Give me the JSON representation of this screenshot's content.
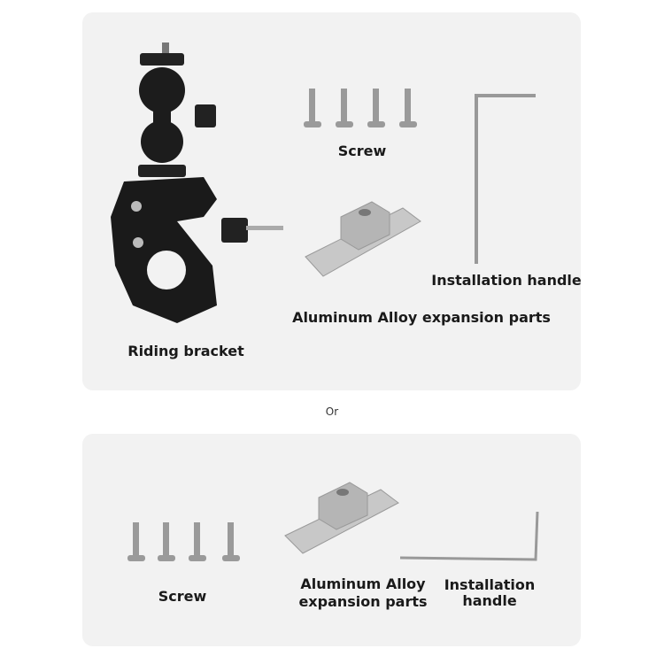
{
  "panel_1": {
    "screw_label": "Screw",
    "handle_label": "Installation handle",
    "alloy_label": "Aluminum Alloy expansion parts",
    "bracket_label": "Riding bracket"
  },
  "separator": "Or",
  "panel_2": {
    "screw_label": "Screw",
    "alloy_label_line1": "Aluminum Alloy",
    "alloy_label_line2": "expansion parts",
    "handle_label_line1": "Installation",
    "handle_label_line2": "handle"
  }
}
